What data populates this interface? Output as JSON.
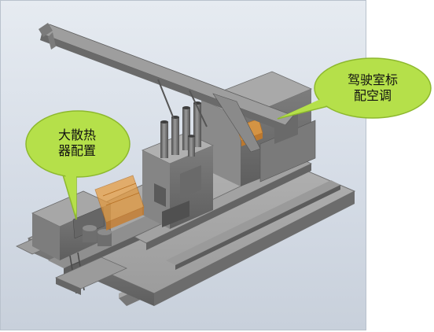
{
  "callouts": {
    "radiator": {
      "line1": "大散热",
      "line2": "器配置"
    },
    "cab_ac": {
      "line1": "驾驶室标",
      "line2": "配空调"
    }
  },
  "colors": {
    "callout_fill": "#b5e04a",
    "callout_stroke": "#8db82e",
    "highlight_orange": "#e69a3c",
    "machine_gray": "#8c8c8c"
  }
}
